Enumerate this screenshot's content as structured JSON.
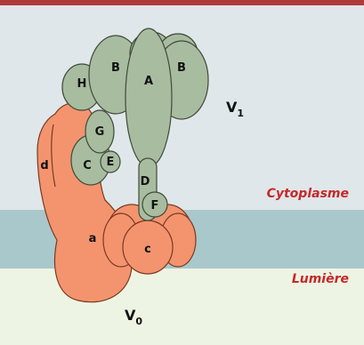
{
  "colors": {
    "top_bar": "#b03a3a",
    "cytoplasm_bg": "#dfe7ea",
    "membrane": "#a9c8cb",
    "lumen_bg": "#eef4e3",
    "v1_fill": "#a8bca0",
    "v0_fill": "#f3946f",
    "region_label": "#c62828"
  },
  "regions": {
    "cytoplasm": "Cytoplasme",
    "lumen": "Lumière"
  },
  "complexes": {
    "v1": {
      "main": "V",
      "sub": "1"
    },
    "v0": {
      "main": "V",
      "sub": "0"
    }
  },
  "subunits": {
    "B_left": "B",
    "A": "A",
    "B_right": "B",
    "H": "H",
    "G": "G",
    "C": "C",
    "E": "E",
    "D": "D",
    "F": "F",
    "d": "d",
    "a": "a",
    "c": "c"
  }
}
